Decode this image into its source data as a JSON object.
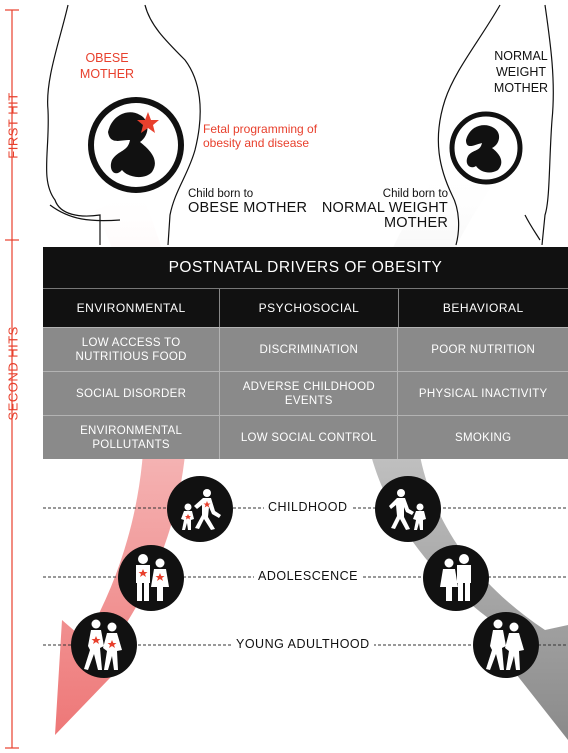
{
  "side_labels": {
    "first_hit": "FIRST HIT",
    "second_hits": "SECOND HITS"
  },
  "mothers": {
    "obese": {
      "label_line1": "OBESE",
      "label_line2": "MOTHER"
    },
    "normal": {
      "label_line1": "NORMAL",
      "label_line2": "WEIGHT",
      "label_line3": "MOTHER"
    }
  },
  "fetal_note": {
    "line1": "Fetal programming of",
    "line2": "obesity and disease"
  },
  "children": {
    "obese": {
      "prefix": "Child born to",
      "label": "OBESE MOTHER"
    },
    "normal": {
      "prefix": "Child born to",
      "label_line1": "NORMAL WEIGHT",
      "label_line2": "MOTHER"
    }
  },
  "table": {
    "title": "POSTNATAL DRIVERS OF OBESITY",
    "headers": [
      "ENVIRONMENTAL",
      "PSYCHOSOCIAL",
      "BEHAVIORAL"
    ],
    "rows": [
      [
        "LOW ACCESS TO NUTRITIOUS FOOD",
        "DISCRIMINATION",
        "POOR NUTRITION"
      ],
      [
        "SOCIAL DISORDER",
        "ADVERSE CHILDHOOD EVENTS",
        "PHYSICAL INACTIVITY"
      ],
      [
        "ENVIRONMENTAL POLLUTANTS",
        "LOW SOCIAL CONTROL",
        "SMOKING"
      ]
    ]
  },
  "stages": [
    "CHILDHOOD",
    "ADOLESCENCE",
    "YOUNG ADULTHOOD"
  ],
  "colors": {
    "accent_red": "#e8402d",
    "arrow_red": "#f08a8a",
    "arrow_grey": "#9a9a9a",
    "table_black": "#111111",
    "table_grey": "#8a8a8a"
  }
}
